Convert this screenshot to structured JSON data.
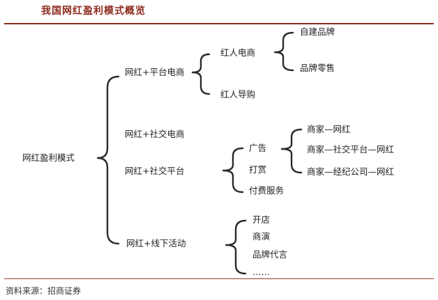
{
  "title": "我国网红盈利模式概览",
  "root": "网红盈利模式",
  "modes": {
    "platform_ecommerce": {
      "label": "网红+平台电商",
      "children": {
        "celebrity_ecommerce": {
          "label": "红人电商",
          "children": [
            "自建品牌",
            "品牌零售"
          ]
        },
        "celebrity_shopping_guide": {
          "label": "红人导购"
        }
      }
    },
    "social_ecommerce": {
      "label": "网红+社交电商"
    },
    "social_platform": {
      "label": "网红+社交平台",
      "children": {
        "ads": {
          "label": "广告",
          "children": [
            "商家—网红",
            "商家—社交平台—网红",
            "商家—经纪公司—网红"
          ]
        },
        "tips": {
          "label": "打赏"
        },
        "paid_services": {
          "label": "付费服务"
        }
      }
    },
    "offline_events": {
      "label": "网红+线下活动",
      "children": [
        "开店",
        "商演",
        "品牌代言",
        "……"
      ]
    }
  },
  "source": "资料来源：招商证券"
}
